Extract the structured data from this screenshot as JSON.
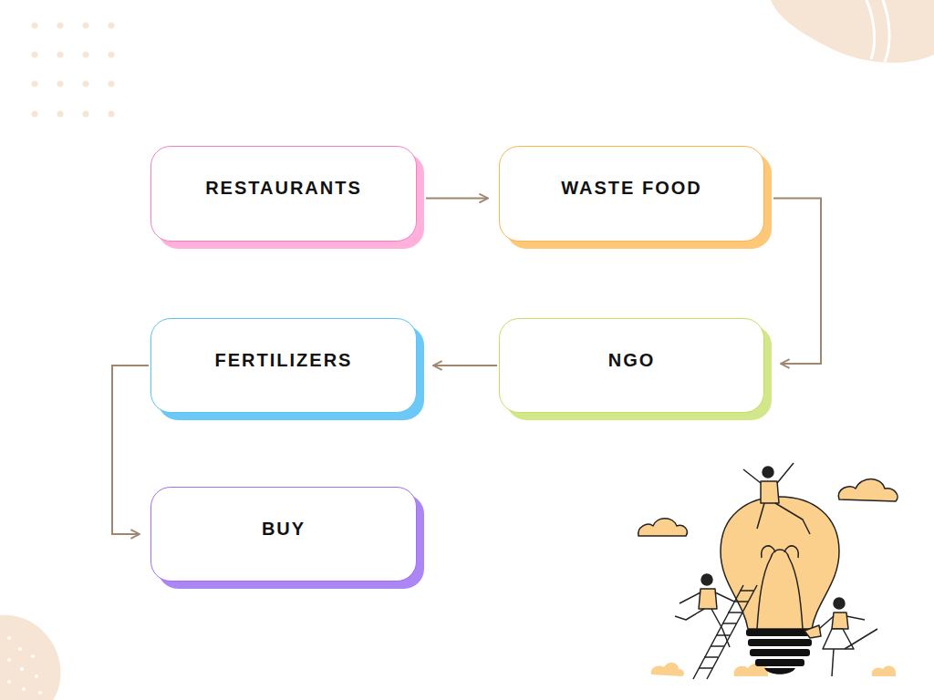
{
  "diagram": {
    "nodes": [
      {
        "text": [
          "RESTAURANTS"
        ]
      },
      {
        "text": [
          "WASTE FOOD"
        ]
      },
      {
        "text": [
          "FERTILIZERS"
        ]
      },
      {
        "text": [
          "NGO"
        ]
      },
      {
        "text": [
          "BUY"
        ]
      }
    ],
    "edges": [
      {
        "from": 0,
        "to": 1,
        "arrow": "to"
      },
      {
        "from": 1,
        "to": 3,
        "arrow": "to"
      },
      {
        "from": 3,
        "to": 2,
        "arrow": "to"
      },
      {
        "from": 2,
        "to": 4,
        "arrow": "to"
      }
    ]
  }
}
